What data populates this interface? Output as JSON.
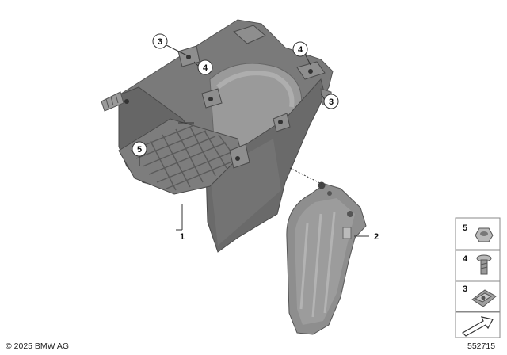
{
  "callouts": {
    "c1": "1",
    "c2": "2",
    "c3a": "3",
    "c3b": "3",
    "c4a": "4",
    "c4b": "4",
    "c5": "5"
  },
  "legend": [
    {
      "number": "5",
      "icon": "nut-icon"
    },
    {
      "number": "4",
      "icon": "screw-icon"
    },
    {
      "number": "3",
      "icon": "clip-nut-icon"
    }
  ],
  "footer": {
    "copyright": "© 2025 BMW AG",
    "diagram_id": "552715"
  },
  "colors": {
    "part_dark": "#6e6e6e",
    "part_mid": "#8a8a8a",
    "part_light": "#a9a9a9",
    "line": "#333333"
  }
}
